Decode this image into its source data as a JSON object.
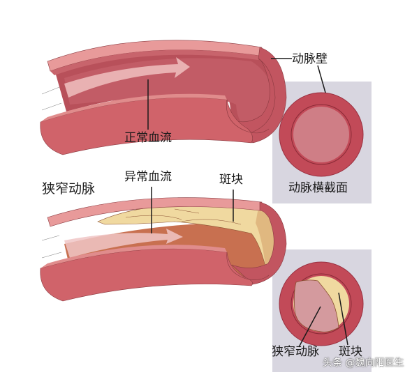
{
  "diagram": {
    "colors": {
      "background": "#ffffff",
      "panel_bg": "#d8d6e0",
      "artery_outer": "#d0636a",
      "artery_outer_light": "#e89a9a",
      "artery_inner": "#b84a55",
      "lumen": "#cf7e86",
      "arrow": "#f0c6c6",
      "plaque": "#f0d9a0",
      "plaque_dark": "#e0b880",
      "narrowed_lumen": "#c87050",
      "leader_line": "#1a1a1a"
    },
    "top_section": {
      "normal_flow_label": "正常血流",
      "artery_wall_label": "动脉壁",
      "cross_section_label": "动脉横截面"
    },
    "bottom_section": {
      "title": "狭窄动脉",
      "abnormal_flow_label": "异常血流",
      "plaque_label": "斑块",
      "cross_section": {
        "narrowed_label": "狭窄动脉",
        "plaque_label": "斑块"
      }
    },
    "watermark": "头条 @魏向阳医生"
  }
}
